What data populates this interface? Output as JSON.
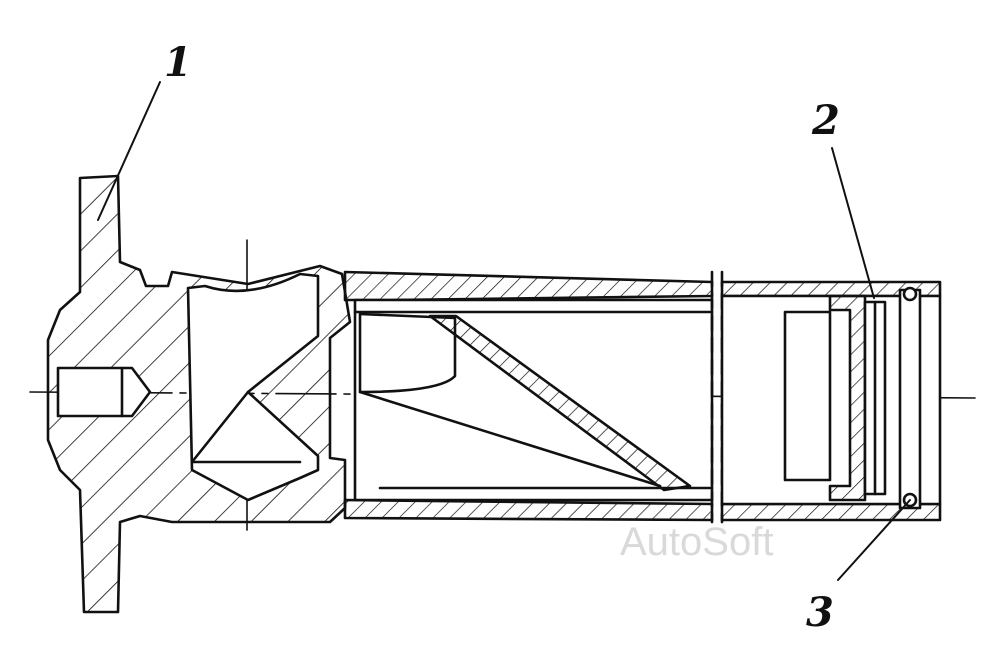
{
  "callouts": [
    {
      "id": "1",
      "label": "1"
    },
    {
      "id": "2",
      "label": "2"
    },
    {
      "id": "3",
      "label": "3"
    }
  ],
  "watermark": "AutoSoft",
  "colors": {
    "line": "#111111",
    "watermark": "#d9d9d9",
    "background": "#ffffff"
  }
}
